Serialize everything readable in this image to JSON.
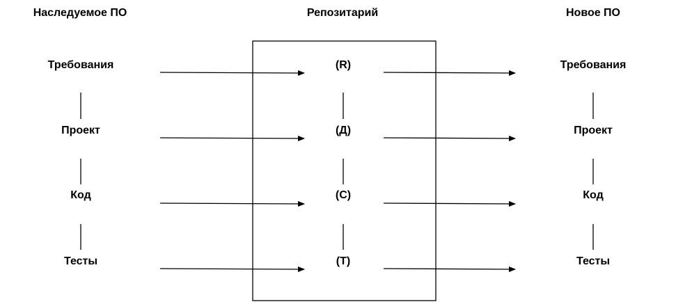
{
  "legacy": {
    "header": "Наследуемое ПО",
    "items": [
      "Требования",
      "Проект",
      "Код",
      "Тесты"
    ]
  },
  "repository": {
    "header": "Репозитарий",
    "items": [
      "(R)",
      "(Д)",
      "(С)",
      "(Т)"
    ]
  },
  "new_software": {
    "header": "Новое ПО",
    "items": [
      "Требования",
      "Проект",
      "Код",
      "Тесты"
    ]
  },
  "colors": {
    "ink": "#000000",
    "background": "#ffffff"
  }
}
